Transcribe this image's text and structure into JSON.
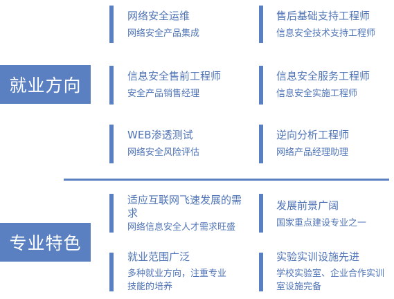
{
  "section1": {
    "label": "就业方向",
    "items": [
      {
        "title": "网络安全运维",
        "sub": "网络安全产品集成"
      },
      {
        "title": "售后基础支持工程师",
        "sub": "信息安全技术支持工程师"
      },
      {
        "title": "信息安全售前工程师",
        "sub": "安全产品销售经理"
      },
      {
        "title": "信息安全服务工程师",
        "sub": "信息安全实施工程师"
      },
      {
        "title": "WEB渗透测试",
        "sub": "网络安全风险评估"
      },
      {
        "title": "逆向分析工程师",
        "sub": "网络产品经理助理"
      }
    ]
  },
  "section2": {
    "label": "专业特色",
    "items": [
      {
        "title": "适应互联网飞速发展的需求",
        "sub": "网络信息安全人才需求旺盛"
      },
      {
        "title": "发展前景广阔",
        "sub": "国家重点建设专业之一"
      },
      {
        "title": "就业范围广泛",
        "sub": "多种就业方向，注重专业技能的培养"
      },
      {
        "title": "实验实训设施先进",
        "sub": "学校实验室、企业合作实训室设施完备"
      }
    ]
  },
  "colors": {
    "accent": "#5b80c2",
    "text": "#4f74b6",
    "background": "#ffffff"
  }
}
